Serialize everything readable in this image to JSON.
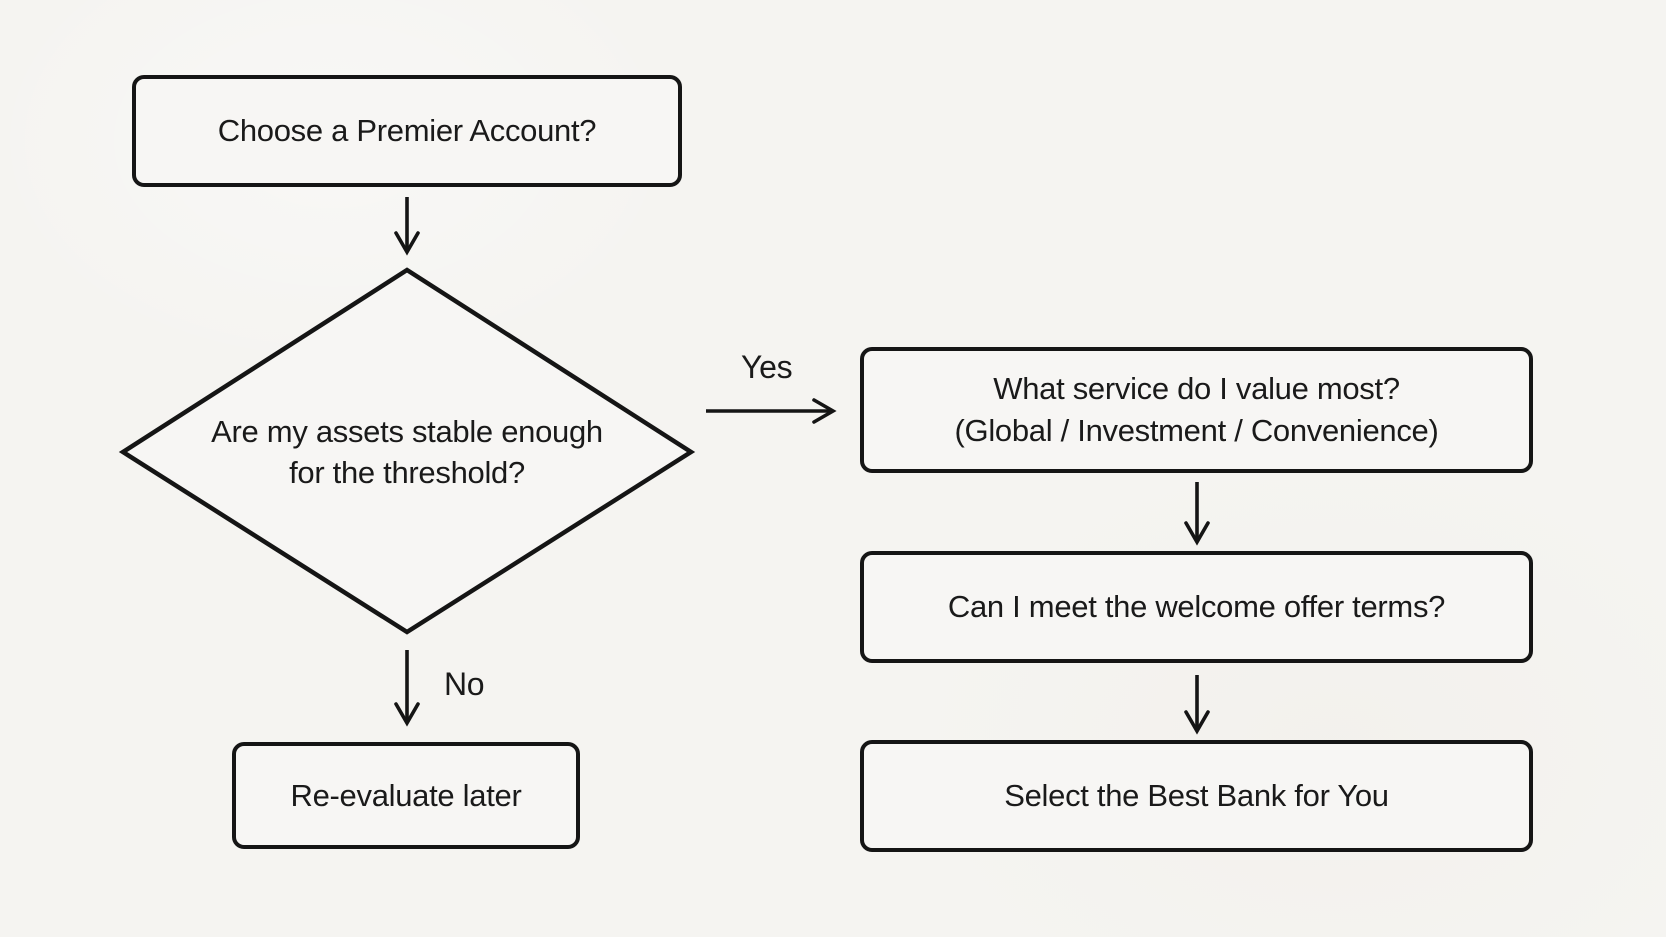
{
  "title": "Premier account decision flowchart",
  "colors": {
    "background": "#f5f4f1",
    "node_fill": "#f7f6f4",
    "stroke": "#151515",
    "text": "#1a1a1a"
  },
  "flowchart": {
    "start": {
      "label": "Choose a Premier Account?"
    },
    "decision": {
      "line1": "Are my assets stable enough",
      "line2": "for the threshold?"
    },
    "edges": {
      "yes": "Yes",
      "no": "No"
    },
    "service": {
      "line1": "What service do I value most?",
      "line2": "(Global / Investment / Convenience)"
    },
    "welcome": {
      "label": "Can I meet the welcome offer terms?"
    },
    "select": {
      "label": "Select the Best Bank for You"
    },
    "reevaluate": {
      "label": "Re-evaluate later"
    }
  }
}
